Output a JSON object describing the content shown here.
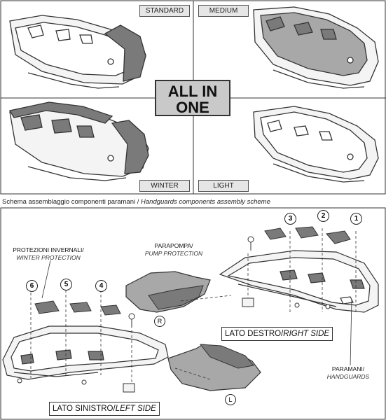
{
  "variants": {
    "standard": "STANDARD",
    "medium": "MEDIUM",
    "winter": "WINTER",
    "light": "LIGHT",
    "center_line1": "ALL IN",
    "center_line2": "ONE"
  },
  "caption": {
    "it": "Schema assemblaggio componenti paramani / ",
    "en": "Handguards components assembly scheme"
  },
  "assembly": {
    "winter_protection_it": "PROTEZIONI INVERNALI/",
    "winter_protection_en": "WINTER PROTECTION",
    "pump_protection_it": "PARAPOMPA/",
    "pump_protection_en": "PUMP PROTECTION",
    "handguards_it": "PARAMANI/",
    "handguards_en": "HANDGUARDS",
    "right_side_it": "LATO DESTRO/",
    "right_side_en": "RIGHT SIDE",
    "left_side_it": "LATO SINISTRO/",
    "left_side_en": "LEFT SIDE",
    "right_mark": "R",
    "left_mark": "L",
    "part_numbers": [
      "1",
      "2",
      "3",
      "4",
      "5",
      "6"
    ]
  },
  "colors": {
    "line": "#333333",
    "shell_fill": "#f4f4f4",
    "dark_part": "#7a7a7a",
    "mid_part": "#a8a8a8"
  }
}
